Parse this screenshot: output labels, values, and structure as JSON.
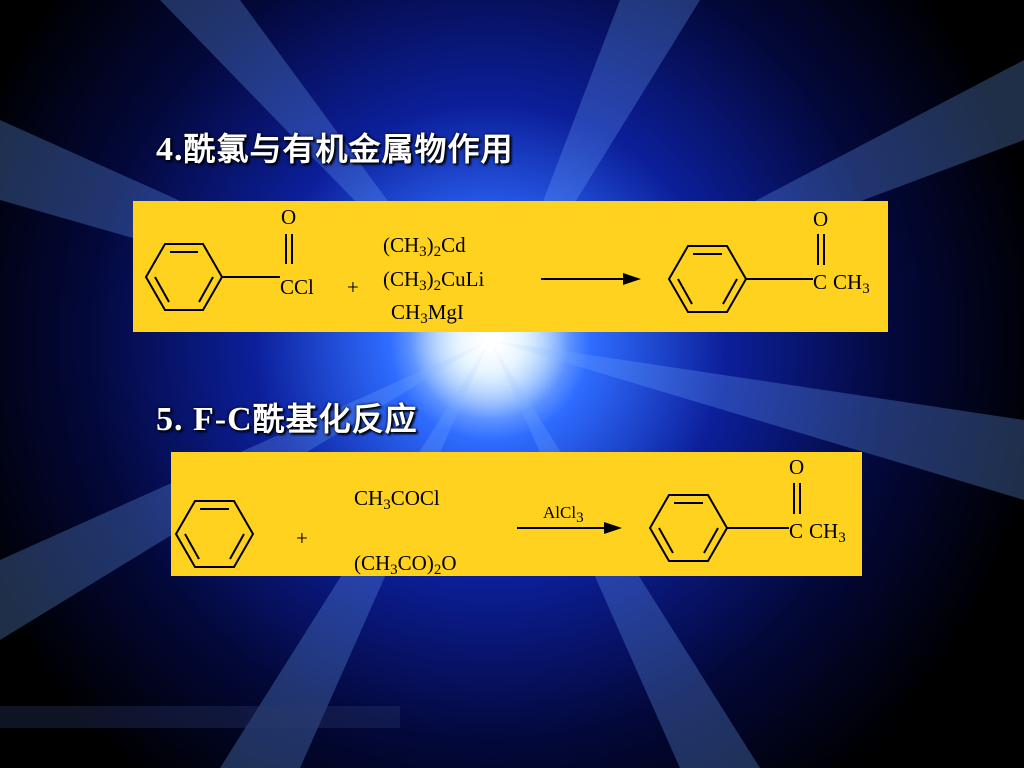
{
  "slide": {
    "heading1": {
      "number": "4.",
      "text": "酰氯与有机金属物作用"
    },
    "heading2": {
      "number": "5. F-C",
      "text": "酰基化反应"
    },
    "reaction1": {
      "reactant_carbonyl_O": "O",
      "reactant_group": "CCl",
      "plus": "+",
      "reagents": [
        {
          "main": "(CH",
          "sub1": "3",
          "mid": ")",
          "sub2": "2",
          "tail": "Cd"
        },
        {
          "main": "(CH",
          "sub1": "3",
          "mid": ")",
          "sub2": "2",
          "tail": "CuLi"
        },
        {
          "main": "CH",
          "sub1": "3",
          "tail": "MgI"
        }
      ],
      "product_carbonyl_O": "O",
      "product_C": "C",
      "product_CH": "CH",
      "product_sub": "3"
    },
    "reaction2": {
      "plus": "+",
      "reagent1": {
        "main": "CH",
        "sub": "3",
        "tail": "COCl"
      },
      "reagent2": {
        "main": "(CH",
        "sub1": "3",
        "mid": "CO)",
        "sub2": "2",
        "tail": "O"
      },
      "catalyst": {
        "main": "AlCl",
        "sub": "3"
      },
      "product_carbonyl_O": "O",
      "product_C": "C",
      "product_CH": "CH",
      "product_sub": "3"
    }
  },
  "colors": {
    "background": "#000000",
    "glow_blue": "#1a3cff",
    "panel": "#ffd21f",
    "heading_text": "#ffffff",
    "chem_text": "#000000"
  }
}
